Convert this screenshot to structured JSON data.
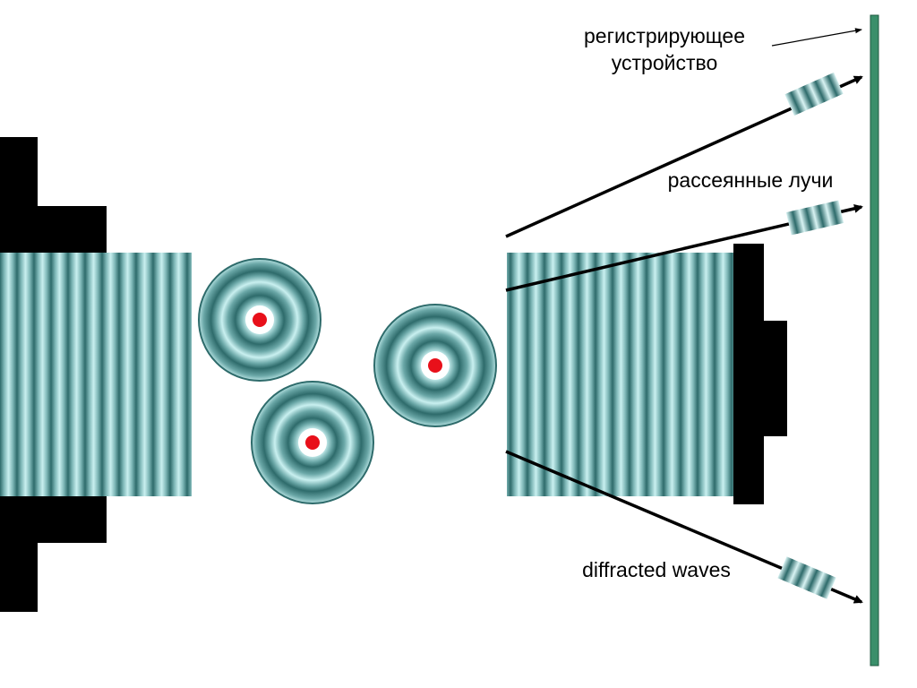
{
  "labels": {
    "detector_line1": "регистрирующее",
    "detector_line2": "устройство",
    "scattered_rays": "рассеянные лучи",
    "diffracted_waves": "diffracted waves"
  },
  "colors": {
    "background": "#ffffff",
    "block": "#000000",
    "detector": "#3a8f6a",
    "detector_edge": "#1f5a40",
    "wave_dark": "#2e6b6b",
    "wave_light": "#c9f0f0",
    "atom_core": "#e8101a",
    "ray": "#000000"
  },
  "icons": {
    "source": "emitter-block",
    "atom": "scattering-atom",
    "detector": "detector-plate"
  }
}
